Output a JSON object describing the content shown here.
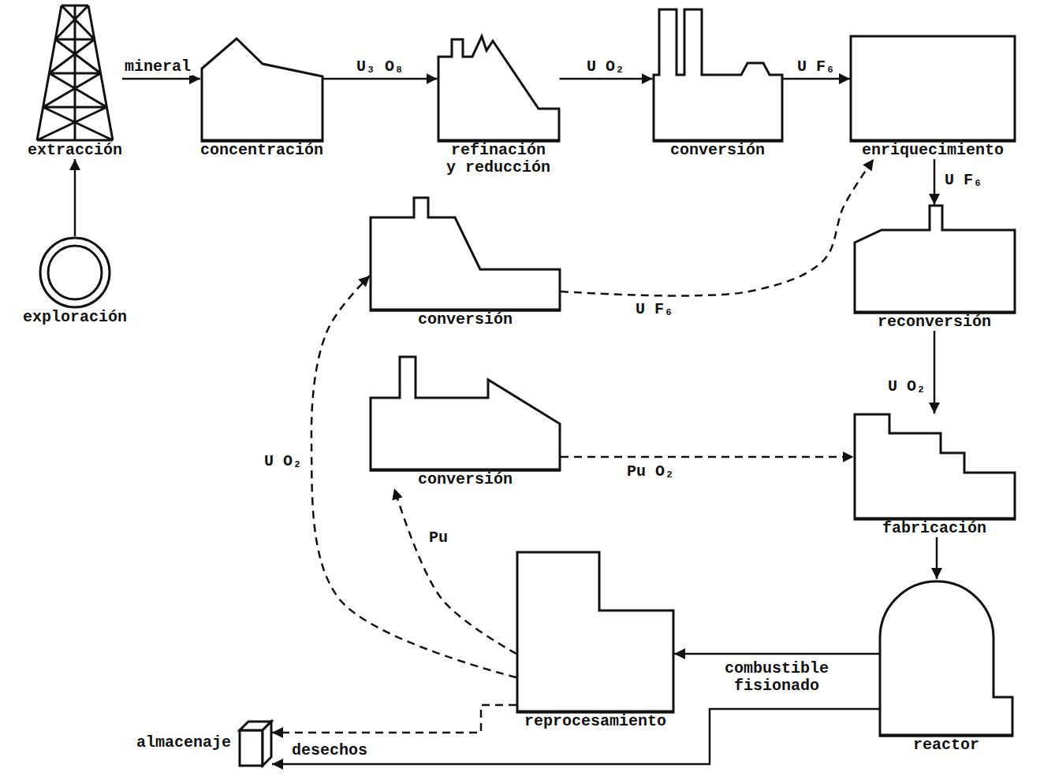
{
  "diagram": {
    "nodes": [
      {
        "text": [
          "extracción"
        ]
      },
      {
        "text": [
          "exploración"
        ]
      },
      {
        "text": [
          "concentración"
        ]
      },
      {
        "text": [
          "refinación y reducción"
        ]
      },
      {
        "text": [
          "conversión"
        ]
      },
      {
        "text": [
          "enriquecimiento"
        ]
      },
      {
        "text": [
          "conversión"
        ]
      },
      {
        "text": [
          "reconversión"
        ]
      },
      {
        "text": [
          "conversión"
        ]
      },
      {
        "text": [
          "fabricación"
        ]
      },
      {
        "text": [
          "reprocesamiento"
        ]
      },
      {
        "text": [
          "reactor"
        ]
      },
      {
        "text": [
          "almacenaje"
        ]
      }
    ],
    "edges": [
      {
        "from": 1,
        "to": 0,
        "arrow": "to"
      },
      {
        "from": 0,
        "to": 2,
        "label": "mineral",
        "arrow": "to"
      },
      {
        "from": 2,
        "to": 3,
        "label": "U₃ O₈",
        "arrow": "to"
      },
      {
        "from": 3,
        "to": 4,
        "label": "U O₂",
        "arrow": "to"
      },
      {
        "from": 4,
        "to": 5,
        "label": "U F₆",
        "arrow": "to"
      },
      {
        "from": 5,
        "to": 7,
        "label": "U F₆",
        "arrow": "to"
      },
      {
        "from": 7,
        "to": 9,
        "label": "U O₂",
        "arrow": "to"
      },
      {
        "from": 9,
        "to": 11,
        "arrow": "to"
      },
      {
        "from": 11,
        "to": 10,
        "label": "combustible fisionado",
        "arrow": "to"
      },
      {
        "from": 11,
        "to": 12,
        "label": "desechos",
        "arrow": "to"
      },
      {
        "from": 10,
        "to": 12,
        "arrow": "to"
      },
      {
        "from": 10,
        "to": 8,
        "label": "Pu",
        "arrow": "to"
      },
      {
        "from": 10,
        "to": 6,
        "label": "U O₂",
        "arrow": "to"
      },
      {
        "from": 8,
        "to": 9,
        "label": "Pu O₂",
        "arrow": "to"
      },
      {
        "from": 6,
        "to": 5,
        "label": "U F₆",
        "arrow": "to"
      }
    ]
  }
}
